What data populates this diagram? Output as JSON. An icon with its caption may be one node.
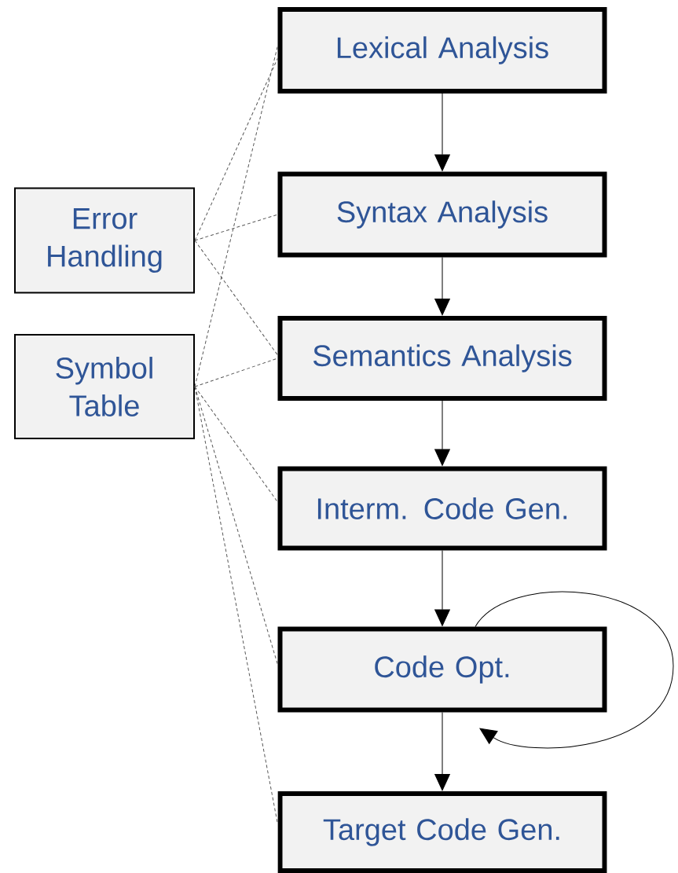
{
  "diagram": {
    "nodes": [
      {
        "text": [
          "Lexical Analysis"
        ]
      },
      {
        "text": [
          "Syntax Analysis"
        ]
      },
      {
        "text": [
          "Semantics Analysis"
        ]
      },
      {
        "text": [
          "Interm. Code Gen."
        ]
      },
      {
        "text": [
          "Code Opt."
        ]
      },
      {
        "text": [
          "Target Code Gen."
        ]
      },
      {
        "text": [
          "Error Handling"
        ]
      },
      {
        "text": [
          "Symbol Table"
        ]
      }
    ],
    "edges": [
      {
        "from": 0,
        "to": 1,
        "arrow": "to"
      },
      {
        "from": 1,
        "to": 2,
        "arrow": "to"
      },
      {
        "from": 2,
        "to": 3,
        "arrow": "to"
      },
      {
        "from": 3,
        "to": 4,
        "arrow": "to"
      },
      {
        "from": 4,
        "to": 5,
        "arrow": "to"
      },
      {
        "from": 4,
        "to": 4,
        "arrow": "to"
      },
      {
        "from": 6,
        "to": 0,
        "arrow": "none",
        "style": "dashed",
        "color": "#595959"
      },
      {
        "from": 6,
        "to": 1,
        "arrow": "none",
        "style": "dashed",
        "color": "#595959"
      },
      {
        "from": 6,
        "to": 2,
        "arrow": "none",
        "style": "dashed",
        "color": "#595959"
      },
      {
        "from": 7,
        "to": 0,
        "arrow": "none",
        "style": "dashed",
        "color": "#595959"
      },
      {
        "from": 7,
        "to": 2,
        "arrow": "none",
        "style": "dashed",
        "color": "#595959"
      },
      {
        "from": 7,
        "to": 3,
        "arrow": "none",
        "style": "dashed",
        "color": "#595959"
      },
      {
        "from": 7,
        "to": 4,
        "arrow": "none",
        "style": "dashed",
        "color": "#595959"
      },
      {
        "from": 7,
        "to": 5,
        "arrow": "none",
        "style": "dashed",
        "color": "#595959"
      }
    ]
  }
}
